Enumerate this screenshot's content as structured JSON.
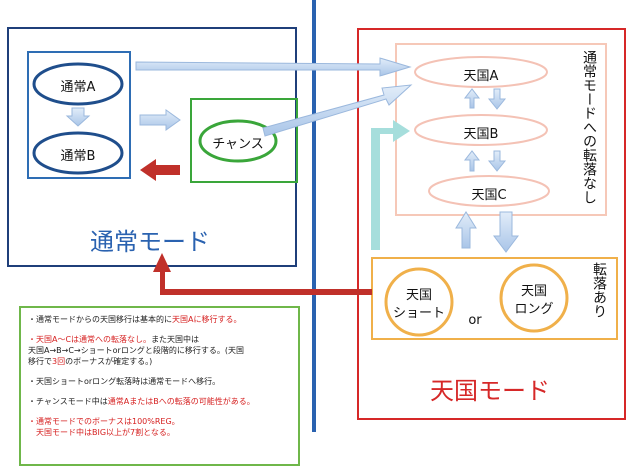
{
  "normal_mode": {
    "title": "通常モード",
    "state_a": "通常A",
    "state_b": "通常B",
    "chance": "チャンス"
  },
  "heaven_mode": {
    "title": "天国モード",
    "state_a": "天国A",
    "state_b": "天国B",
    "state_c": "天国C",
    "no_fall_label": "通常モードへの転落なし",
    "fall_label": "転落あり",
    "short_line1": "天国",
    "short_line2": "ショート",
    "long_line1": "天国",
    "long_line2": "ロング",
    "or_label": "or"
  },
  "notes": {
    "n1_prefix": "・通常モードからの天国移行は基本的に",
    "n1_red": "天国Aに移行する。",
    "n2_line1_red": "・天国A～Cは通常への転落なし。",
    "n2_line1_rest": "また天国中は",
    "n2_line2": "天国A→B→C→ショートorロングと段階的に移行する。(天国",
    "n2_line3_pre": "移行で",
    "n2_line3_red": "3回",
    "n2_line3_post": "のボーナスが確定する。)",
    "n3": "・天国ショートorロング転落時は通常モードへ移行。",
    "n4_prefix": "・チャンスモード中は",
    "n4_red": "通常AまたはBへの転落の可能性がある。",
    "n5_line1": "・通常モードでのボーナスは100%REG。",
    "n5_line2": "天国モード中はBIG以上が7割となる。"
  },
  "colors": {
    "normal_border": "#1f3f7a",
    "divider": "#2a62b0",
    "heaven_border": "#d62828",
    "chance_border": "#3aa63a",
    "fall_border": "#f0b04a",
    "note_border": "#6fb74a",
    "arrow_light": "#bcd3ee",
    "arrow_red": "#c0302a",
    "arrow_teal": "#a6dedc"
  }
}
